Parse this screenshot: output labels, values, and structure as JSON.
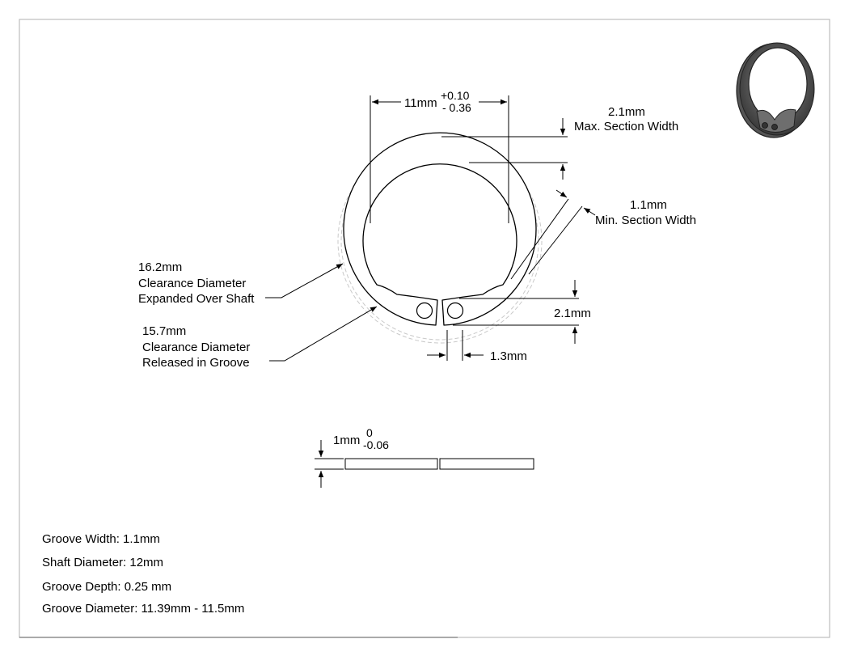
{
  "dims": {
    "outer_width": "11mm",
    "outer_tol_plus": "+0.10",
    "outer_tol_minus": "- 0.36",
    "max_section_value": "2.1mm",
    "max_section_label": "Max. Section Width",
    "min_section_value": "1.1mm",
    "min_section_label": "Min. Section Width",
    "lug_height": "2.1mm",
    "gap_width": "1.3mm",
    "thickness": "1mm",
    "thickness_tol_plus": "0",
    "thickness_tol_minus": "-0.06"
  },
  "callouts": {
    "expanded": [
      "16.2mm",
      "Clearance Diameter",
      "Expanded Over Shaft"
    ],
    "released": [
      "15.7mm",
      "Clearance Diameter",
      "Released in Groove"
    ]
  },
  "specs": [
    "Groove Width: 1.1mm",
    "Shaft Diameter: 12mm",
    "Groove Depth: 0.25 mm",
    "Groove Diameter: 11.39mm - 11.5mm"
  ]
}
